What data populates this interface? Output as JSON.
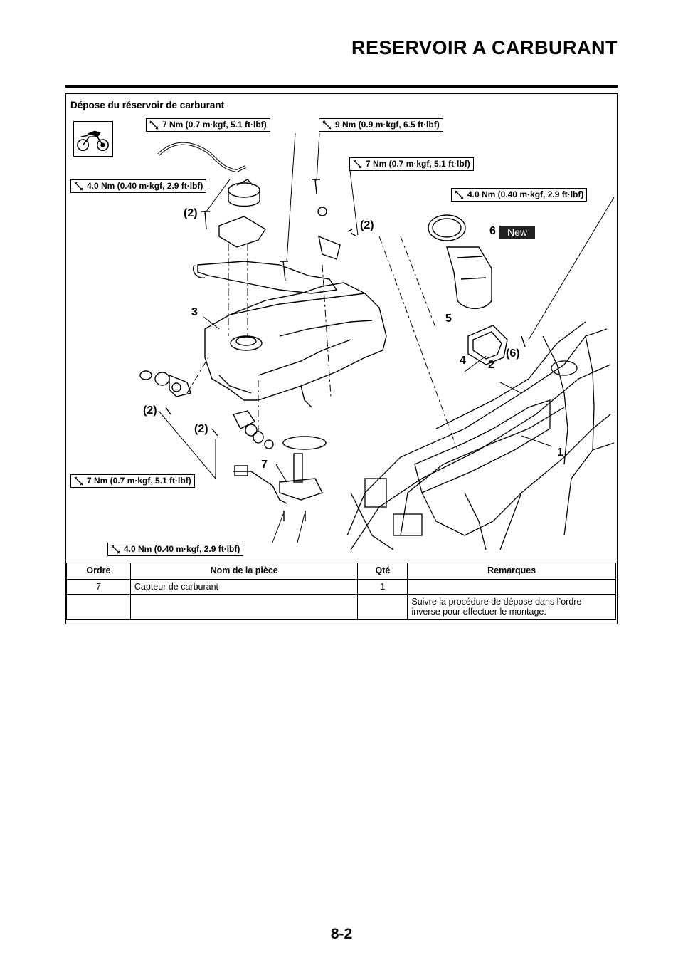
{
  "header": {
    "title": "RESERVOIR A CARBURANT"
  },
  "section": {
    "title": "Dépose du réservoir de carburant"
  },
  "torque_labels": [
    "7 Nm (0.7 m·kgf, 5.1 ft·lbf)",
    "9 Nm (0.9 m·kgf, 6.5 ft·lbf)",
    "7 Nm (0.7 m·kgf, 5.1 ft·lbf)",
    "4.0 Nm (0.40 m·kgf, 2.9 ft·lbf)",
    "4.0 Nm (0.40 m·kgf, 2.9 ft·lbf)",
    "7 Nm (0.7 m·kgf, 5.1 ft·lbf)",
    "4.0 Nm (0.40 m·kgf, 2.9 ft·lbf)"
  ],
  "callouts": {
    "qty_2": "(2)",
    "qty_6": "(6)",
    "n1": "1",
    "n2": "2",
    "n3": "3",
    "n4": "4",
    "n5": "5",
    "n6": "6",
    "n7": "7",
    "new_badge": "New"
  },
  "icons": {
    "wrench": "torque-wrench-icon",
    "motorcycle": "motorcycle-icon"
  },
  "table": {
    "headers": [
      "Ordre",
      "Nom de la pièce",
      "Qté",
      "Remarques"
    ],
    "rows": [
      {
        "order": "7",
        "name": "Capteur de carburant",
        "qty": "1",
        "remark": ""
      },
      {
        "order": "",
        "name": "",
        "qty": "",
        "remark": "Suivre la procédure de dépose dans l’ordre inverse pour effectuer le montage."
      }
    ]
  },
  "footer": {
    "page_number": "8-2"
  }
}
